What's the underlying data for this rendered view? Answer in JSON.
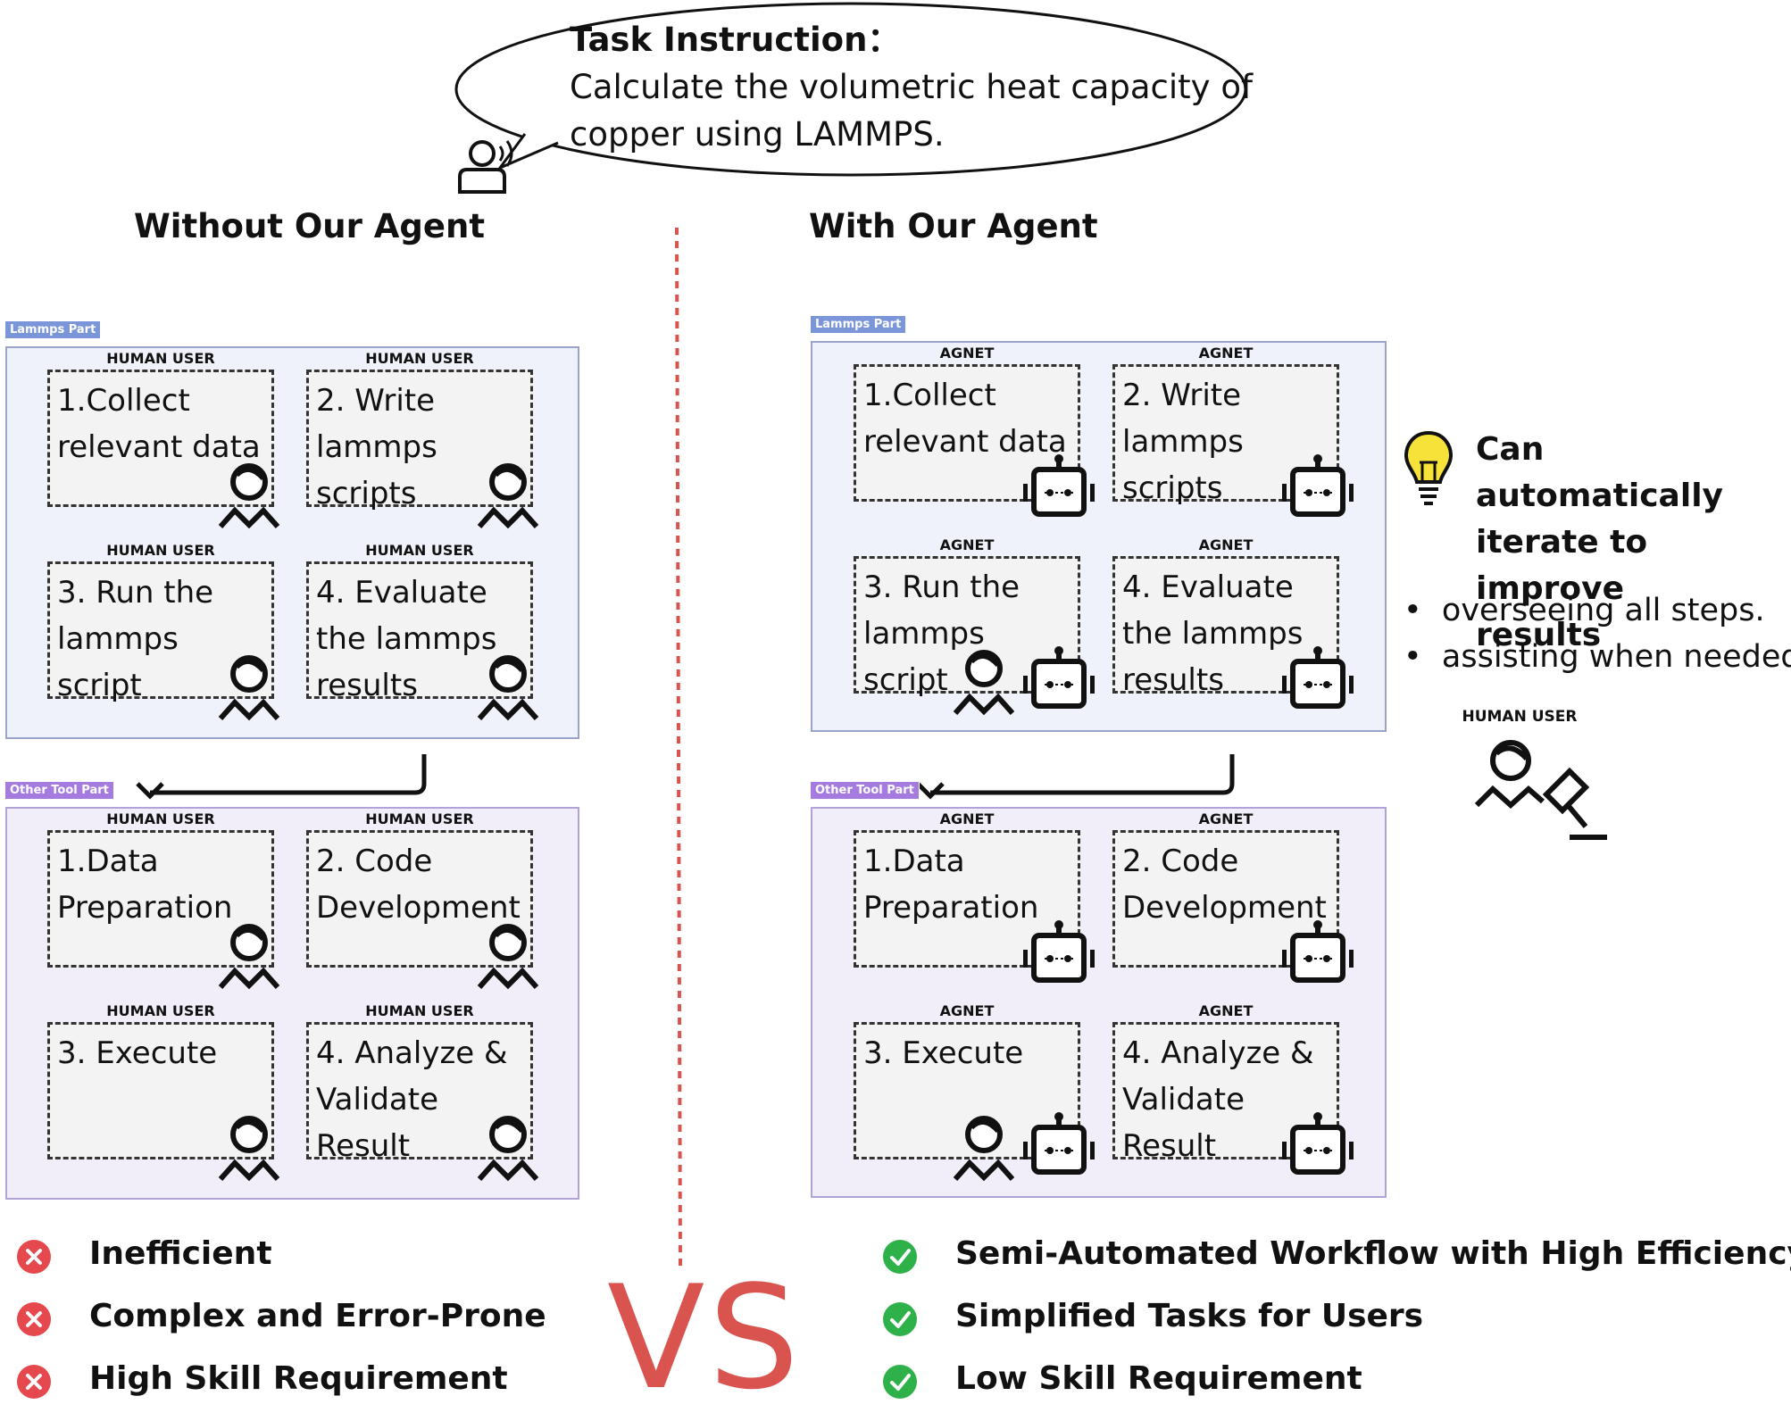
{
  "task": {
    "title": "Task Instruction：",
    "line1": "Calculate the volumetric heat capacity of",
    "line2": "copper using LAMMPS."
  },
  "left_heading": "Without Our Agent",
  "right_heading": "With Our Agent",
  "tags": {
    "lammps": "Lammps Part",
    "other": "Other Tool Part"
  },
  "left": {
    "lammps_cards": [
      {
        "role": "HUMAN USER",
        "text": "1.Collect\nrelevant data"
      },
      {
        "role": "HUMAN USER",
        "text": "2. Write\nlammps scripts"
      },
      {
        "role": "HUMAN USER",
        "text": "3. Run the\nlammps script"
      },
      {
        "role": "HUMAN USER",
        "text": "4. Evaluate\nthe lammps\nresults"
      }
    ],
    "other_cards": [
      {
        "role": "HUMAN USER",
        "text": "1.Data\nPreparation"
      },
      {
        "role": "HUMAN USER",
        "text": "2. Code\nDevelopment"
      },
      {
        "role": "HUMAN USER",
        "text": "3. Execute"
      },
      {
        "role": "HUMAN USER",
        "text": "4. Analyze &\nValidate\nResult"
      }
    ]
  },
  "right": {
    "lammps_cards": [
      {
        "role": "AGNET",
        "text": "1.Collect\nrelevant data"
      },
      {
        "role": "AGNET",
        "text": "2. Write\nlammps scripts"
      },
      {
        "role": "AGNET",
        "text": "3. Run the\nlammps script"
      },
      {
        "role": "AGNET",
        "text": "4. Evaluate\nthe lammps\nresults"
      }
    ],
    "other_cards": [
      {
        "role": "AGNET",
        "text": "1.Data\nPreparation"
      },
      {
        "role": "AGNET",
        "text": "2. Code\nDevelopment"
      },
      {
        "role": "AGNET",
        "text": "3. Execute"
      },
      {
        "role": "AGNET",
        "text": "4. Analyze &\nValidate\nResult"
      }
    ]
  },
  "auto": {
    "title": "Can automatically\niterate to improve\nresults",
    "bullets": [
      "overseeing all steps.",
      "assisting when needed."
    ],
    "human_label": "HUMAN USER"
  },
  "cons": [
    "Inefficient",
    "Complex and Error-Prone",
    "High Skill Requirement"
  ],
  "pros": [
    "Semi-Automated Workflow with High Efficiency",
    "Simplified Tasks for Users",
    "Low Skill Requirement"
  ],
  "vs": "VS",
  "colors": {
    "red": "#e5484d",
    "green": "#2fb14a",
    "vs": "#d9534f"
  }
}
